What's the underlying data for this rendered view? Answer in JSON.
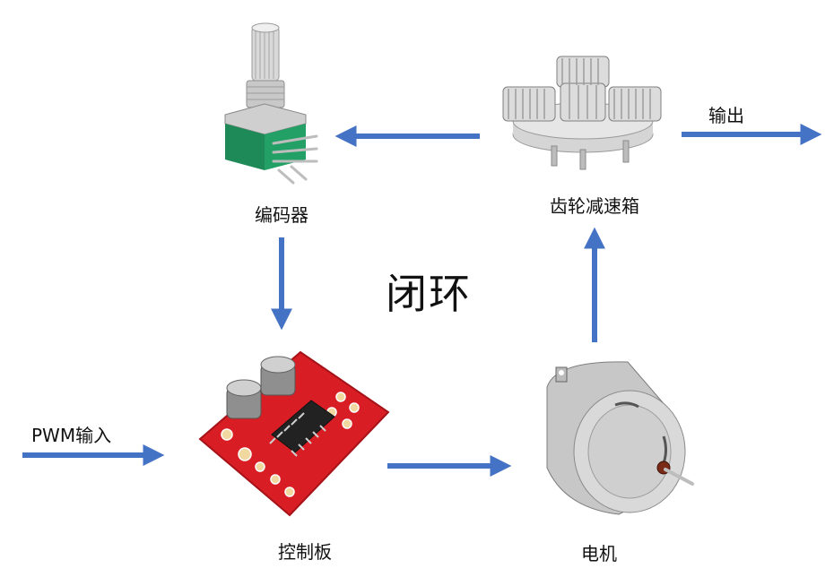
{
  "title": "闭环",
  "nodes": {
    "encoder": {
      "label": "编码器",
      "icon": "rotary-encoder-icon"
    },
    "gearbox": {
      "label": "齿轮减速箱",
      "icon": "gear-reducer-icon"
    },
    "controller": {
      "label": "控制板",
      "icon": "motor-driver-board-icon"
    },
    "motor": {
      "label": "电机",
      "icon": "dc-motor-icon"
    }
  },
  "edges": {
    "input": {
      "label": "PWM输入"
    },
    "output": {
      "label": "输出"
    }
  },
  "colors": {
    "arrow": "#4472C4",
    "board": "#D81E24",
    "encoder_base": "#1E8A57"
  }
}
